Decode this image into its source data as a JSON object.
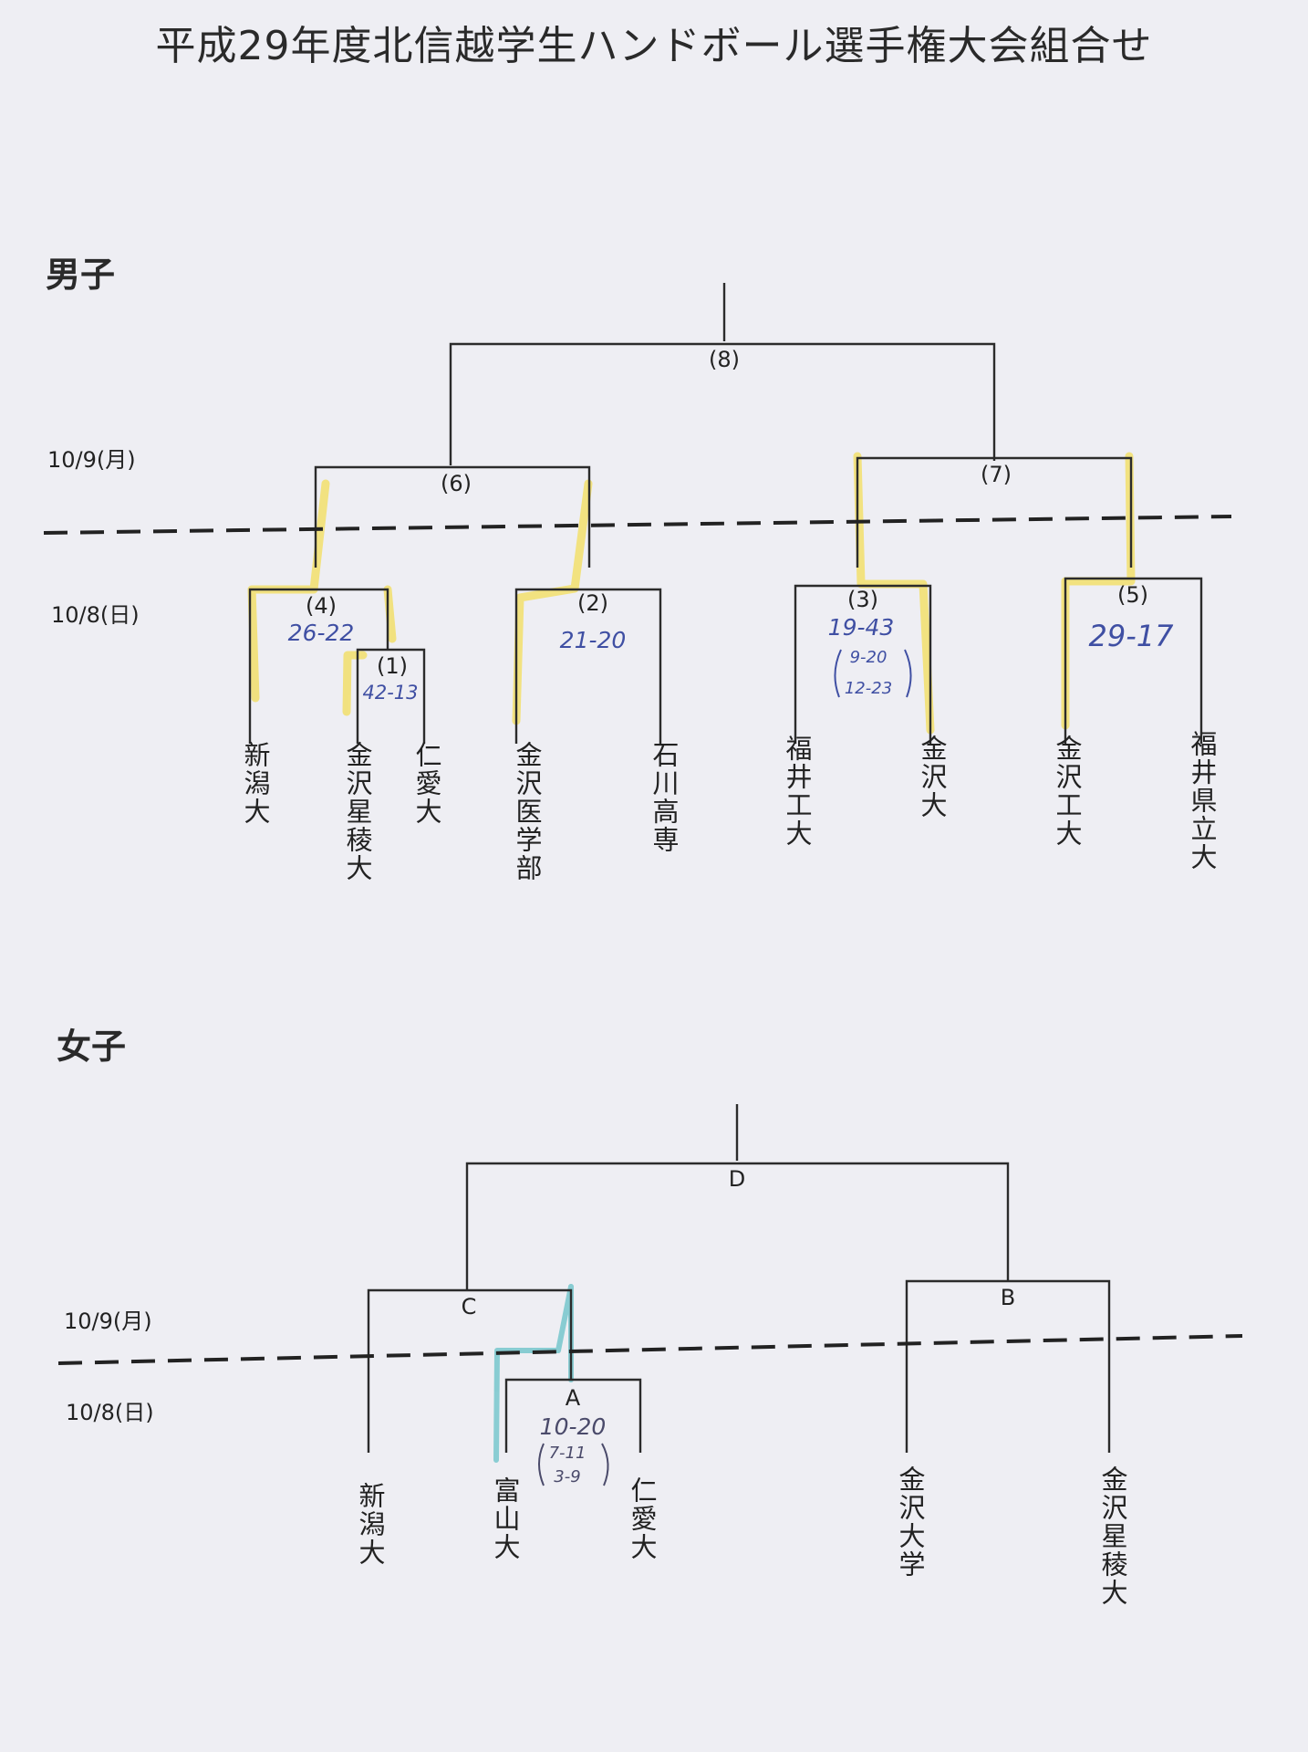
{
  "title": "平成29年度北信越学生ハンドボール選手権大会組合せ",
  "colors": {
    "line": "#2b2b2b",
    "highlight_men": "#f2df6b",
    "highlight_women": "#7ec9cf",
    "score_ink": "#3f4fa3"
  },
  "men": {
    "label": "男子",
    "date_day2": "10/9(月)",
    "date_day1": "10/8(日)",
    "matches": [
      {
        "id": "m8",
        "label": "(8)"
      },
      {
        "id": "m6",
        "label": "(6)"
      },
      {
        "id": "m7",
        "label": "(7)"
      },
      {
        "id": "m4",
        "label": "(4)",
        "score": "26-22"
      },
      {
        "id": "m1",
        "label": "(1)",
        "score": "42-13"
      },
      {
        "id": "m2",
        "label": "(2)",
        "score": "21-20"
      },
      {
        "id": "m3",
        "label": "(3)",
        "score": "19-43",
        "halves": [
          "9-20",
          "12-23"
        ]
      },
      {
        "id": "m5",
        "label": "(5)",
        "score": "29-17"
      }
    ],
    "teams": [
      "新潟大",
      "金沢星稜大",
      "仁愛大",
      "金沢医学部",
      "石川高専",
      "福井工大",
      "金沢大",
      "金沢工大",
      "福井県立大"
    ]
  },
  "women": {
    "label": "女子",
    "date_day2": "10/9(月)",
    "date_day1": "10/8(日)",
    "matches": [
      {
        "id": "wD",
        "label": "D"
      },
      {
        "id": "wC",
        "label": "C"
      },
      {
        "id": "wB",
        "label": "B"
      },
      {
        "id": "wA",
        "label": "A",
        "score": "10-20",
        "halves": [
          "7-11",
          "3-9"
        ]
      }
    ],
    "teams": [
      "新潟大",
      "富山大",
      "仁愛大",
      "金沢大学",
      "金沢星稜大"
    ]
  }
}
